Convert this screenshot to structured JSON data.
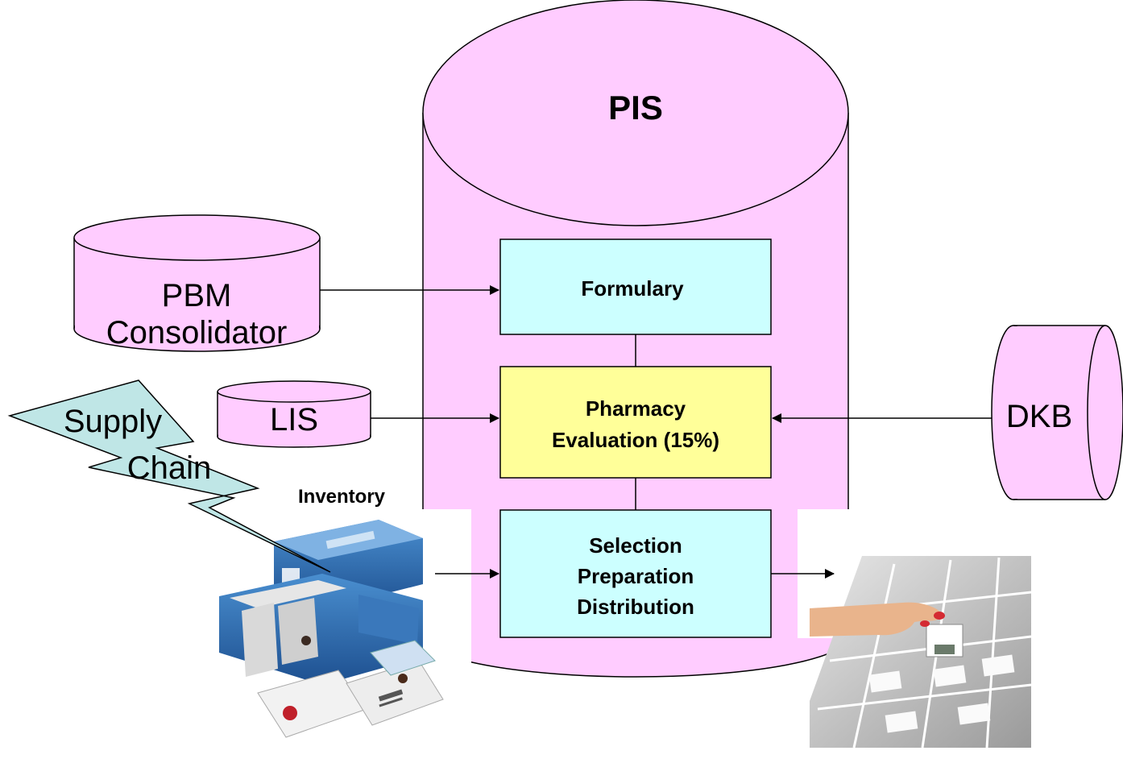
{
  "colors": {
    "cylinder_fill": "#ffccff",
    "box_cyan": "#ccffff",
    "box_yellow": "#ffff99",
    "bolt_fill": "#bfe6e6",
    "stroke": "#000000",
    "box_blue": "#2a6db3"
  },
  "pis": {
    "label": "PIS"
  },
  "pbm": {
    "line1": "PBM",
    "line2": "Consolidator"
  },
  "lis": {
    "label": "LIS"
  },
  "dkb": {
    "label": "DKB"
  },
  "supply_chain": {
    "line1": "Supply",
    "line2": "Chain"
  },
  "inventory": {
    "label": "Inventory"
  },
  "boxes": {
    "formulary": "Formulary",
    "pharmacy_line1": "Pharmacy",
    "pharmacy_line2": "Evaluation (15%)",
    "selection_line1": "Selection",
    "selection_line2": "Preparation",
    "selection_line3": "Distribution"
  },
  "icons": {
    "inventory_photo": "medication-boxes-photo",
    "dispensing_photo": "hand-dispensing-drawer-photo"
  }
}
